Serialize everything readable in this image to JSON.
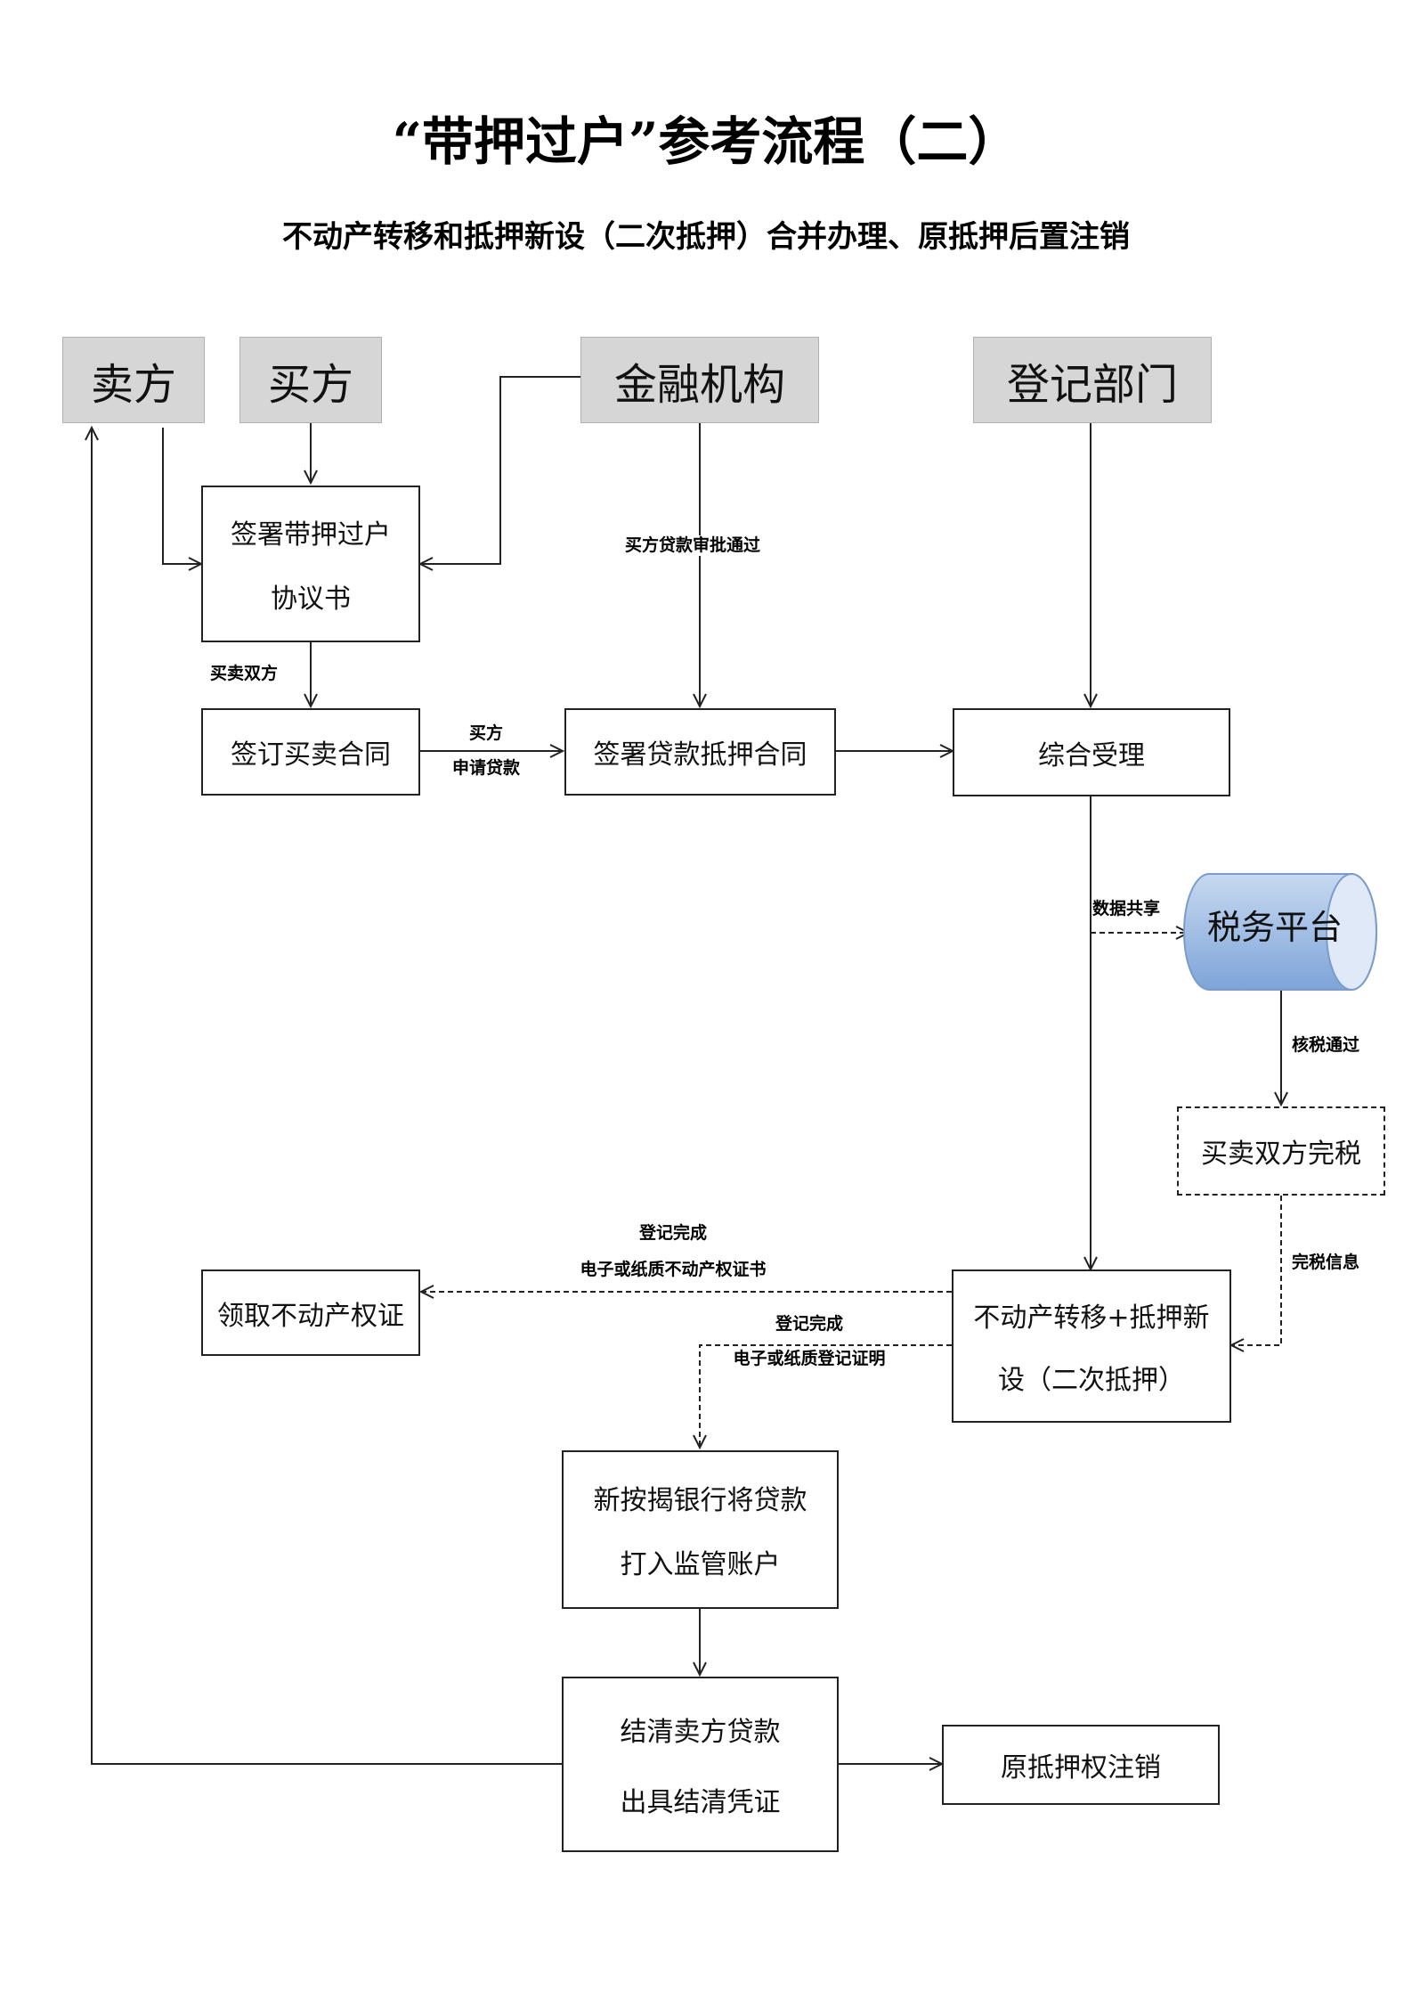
{
  "title": "“带押过户”参考流程（二）",
  "subtitle": "不动产转移和抵押新设（二次抵押）合并办理、原抵押后置注销",
  "headers": {
    "seller": "卖方",
    "buyer": "买方",
    "bank": "金融机构",
    "registry": "登记部门"
  },
  "boxes": {
    "sign_agreement": [
      "签署带押过户",
      "协议书"
    ],
    "sales_contract": "签订买卖合同",
    "loan_mortgage_contract": "签署贷款抵押合同",
    "comprehensive_acceptance": "综合受理",
    "tax_platform": "税务平台",
    "tax_complete": "买卖双方完税",
    "transfer_mortgage": [
      "不动产转移+抵押新",
      "设（二次抵押）"
    ],
    "receive_certificate": "领取不动产权证",
    "new_bank_transfer": [
      "新按揭银行将贷款",
      "打入监管账户"
    ],
    "settle_loan": [
      "结清卖方贷款",
      "出具结清凭证"
    ],
    "cancel_mortgage": "原抵押权注销"
  },
  "labels": {
    "buyer_loan_approved": "买方贷款审批通过",
    "both_parties": "买卖双方",
    "buyer_apply_loan": [
      "买方",
      "申请贷款"
    ],
    "data_sharing": "数据共享",
    "tax_approved": "核税通过",
    "tax_info": "完税信息",
    "reg_done_cert": [
      "登记完成",
      "电子或纸质不动产权证书"
    ],
    "reg_done_proof": [
      "登记完成",
      "电子或纸质登记证明"
    ]
  },
  "colors": {
    "header_bg": "#d6d6d6",
    "platform_fill_light": "#b8cfee",
    "platform_fill_dark": "#7fa5d8",
    "line": "#222222"
  }
}
